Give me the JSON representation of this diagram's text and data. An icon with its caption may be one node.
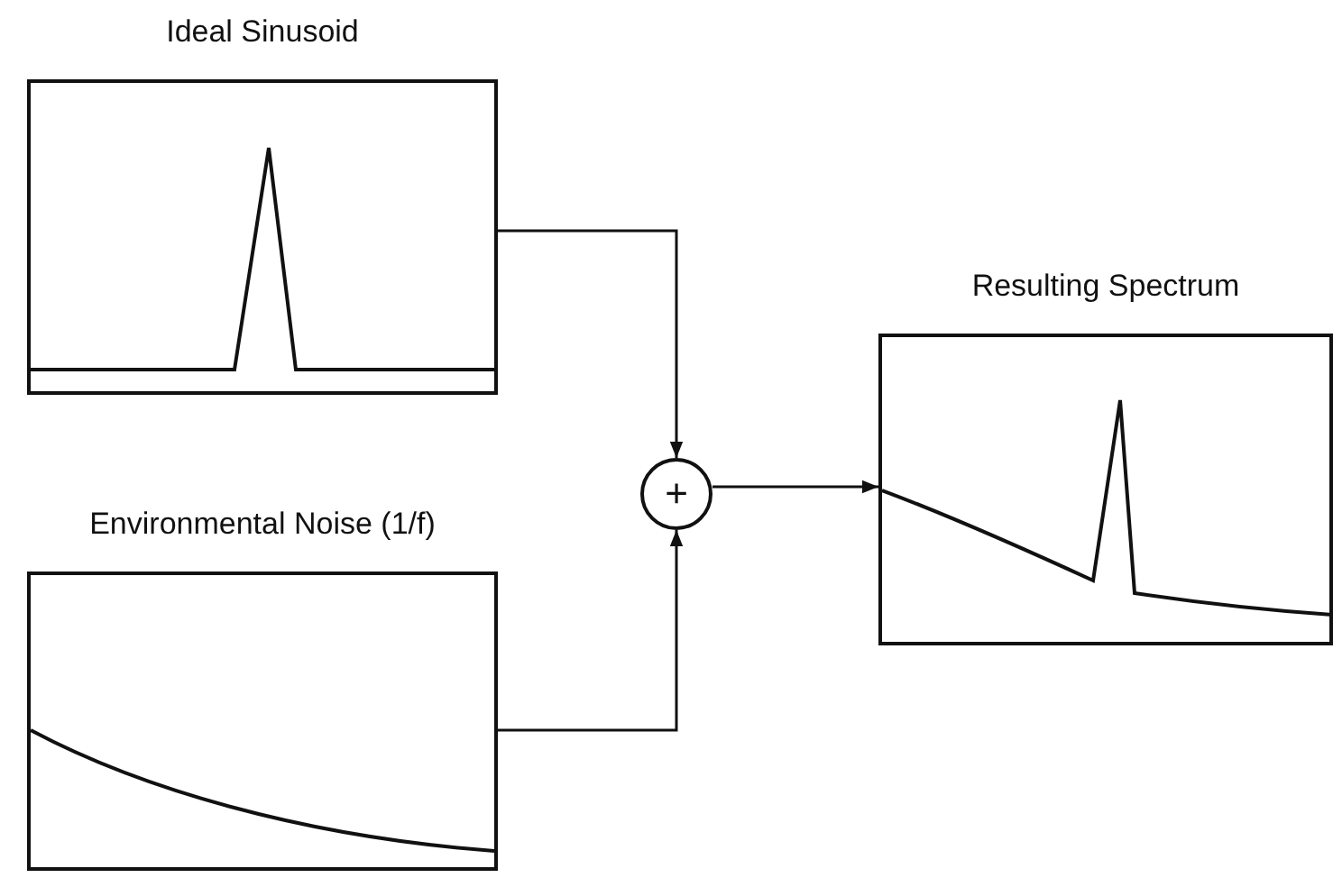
{
  "diagram": {
    "nodes": [
      {
        "text": [
          "Ideal Sinusoid"
        ]
      },
      {
        "text": [
          "Environmental Noise (1/f)"
        ]
      },
      {
        "text": [
          "+"
        ]
      },
      {
        "text": [
          "Resulting Spectrum"
        ]
      }
    ],
    "edges": [
      {
        "from": 0,
        "to": 2,
        "arrow": "to"
      },
      {
        "from": 1,
        "to": 2,
        "arrow": "to"
      },
      {
        "from": 2,
        "to": 3,
        "arrow": "to"
      }
    ]
  }
}
